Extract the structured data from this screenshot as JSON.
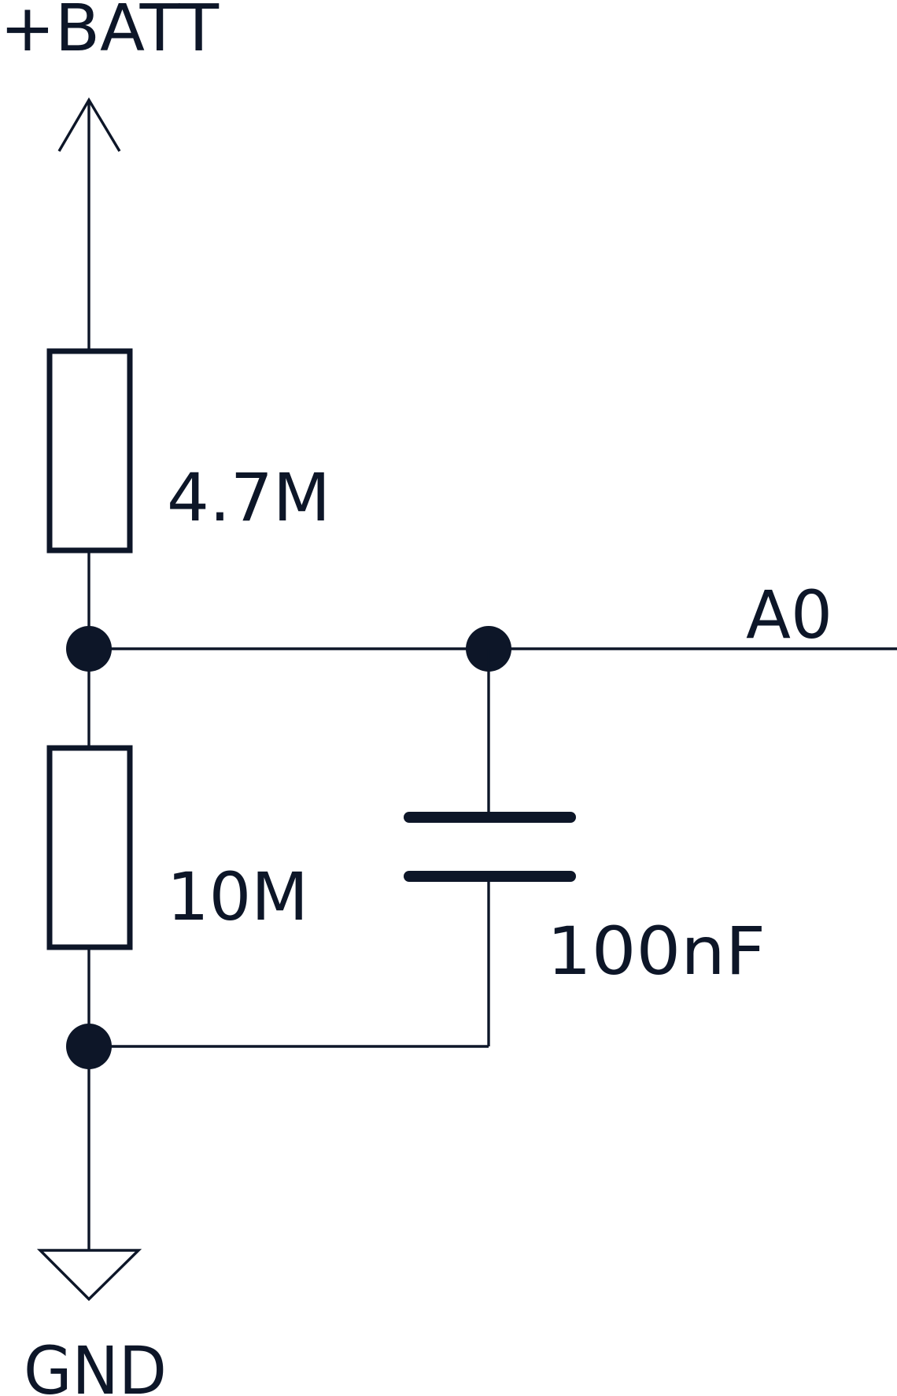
{
  "colors": {
    "ink": "#0d1628",
    "background": "#ffffff"
  },
  "power": {
    "supply_label": "+BATT",
    "ground_label": "GND"
  },
  "components": {
    "r_top_value": "4.7M",
    "r_bottom_value": "10M",
    "cap_value": "100nF"
  },
  "nets": {
    "output_label": "A0"
  },
  "icons": {
    "supply": "power-arrow-icon",
    "ground": "ground-triangle-icon",
    "resistor": "resistor-symbol-icon",
    "capacitor": "capacitor-symbol-icon",
    "junction": "junction-dot-icon"
  }
}
